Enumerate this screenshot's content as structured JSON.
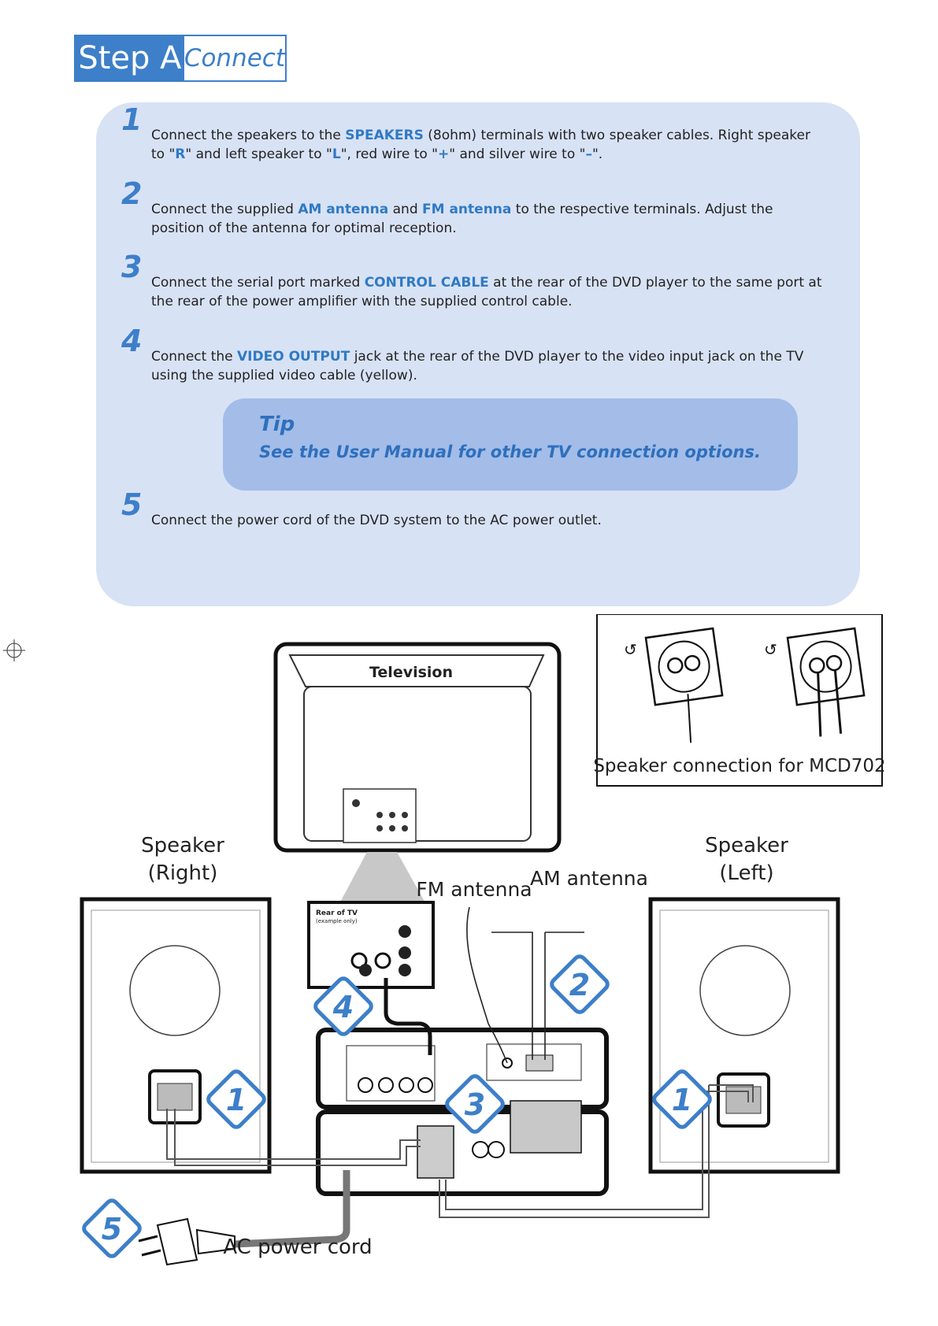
{
  "header": {
    "step": "Step A",
    "title": "Connect"
  },
  "steps": [
    {
      "num": "1",
      "parts": [
        {
          "t": "Connect the speakers to the "
        },
        {
          "t": "SPEAKERS",
          "h": true
        },
        {
          "t": " (8ohm) terminals with two speaker cables. Right speaker to \""
        },
        {
          "t": "R",
          "h": true
        },
        {
          "t": "\" and left speaker to \""
        },
        {
          "t": "L",
          "h": true
        },
        {
          "t": "\", red wire to \""
        },
        {
          "t": "+",
          "h": true
        },
        {
          "t": "\" and silver wire to \""
        },
        {
          "t": "–",
          "h": true
        },
        {
          "t": "\"."
        }
      ]
    },
    {
      "num": "2",
      "parts": [
        {
          "t": "Connect the supplied "
        },
        {
          "t": "AM antenna",
          "h": true
        },
        {
          "t": " and "
        },
        {
          "t": "FM antenna",
          "h": true
        },
        {
          "t": " to the respective terminals. Adjust the position of the antenna for optimal reception."
        }
      ]
    },
    {
      "num": "3",
      "parts": [
        {
          "t": "Connect the serial port marked "
        },
        {
          "t": "CONTROL CABLE",
          "h": true
        },
        {
          "t": " at the rear of the DVD player to the same port at the rear of the power amplifier with the supplied control cable."
        }
      ]
    },
    {
      "num": "4",
      "parts": [
        {
          "t": "Connect the "
        },
        {
          "t": "VIDEO OUTPUT",
          "h": true
        },
        {
          "t": " jack at the rear of the DVD player to the video input jack on the TV using the supplied video cable (yellow)."
        }
      ]
    },
    {
      "num": "5",
      "parts": [
        {
          "t": "Connect the power cord of the DVD system to the AC power outlet."
        }
      ]
    }
  ],
  "tip": {
    "title": "Tip",
    "text": "See the User Manual for other TV connection options."
  },
  "diagram": {
    "television": "Television",
    "speaker_connection": "Speaker connection for MCD702",
    "speaker_right": [
      "Speaker",
      "(Right)"
    ],
    "speaker_left": [
      "Speaker",
      "(Left)"
    ],
    "fm_antenna": "FM antenna",
    "am_antenna": "AM antenna",
    "ac_power_cord": "AC power cord",
    "rear_of_tv": [
      "Rear of TV",
      "(example only)"
    ],
    "markers": [
      "4",
      "2",
      "1",
      "3",
      "1",
      "5"
    ],
    "accent": "#3d7fc9"
  }
}
